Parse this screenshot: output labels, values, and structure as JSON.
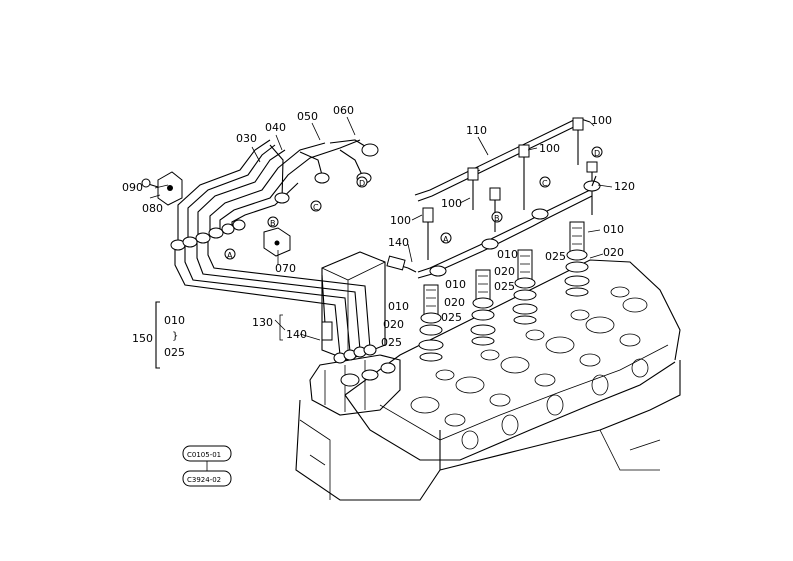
{
  "labels": {
    "p010": "010",
    "p020": "020",
    "p025": "025",
    "p030": "030",
    "p040": "040",
    "p050": "050",
    "p060": "060",
    "p070": "070",
    "p080": "080",
    "p090": "090",
    "p100": "100",
    "p110": "110",
    "p120": "120",
    "p130": "130",
    "p140": "140",
    "p150": "150",
    "range_from": "010",
    "range_to": "025",
    "range_sep": "}"
  },
  "callouts": {
    "A": "A",
    "B": "B",
    "C": "C",
    "D": "D"
  },
  "stamps": {
    "code1": "C0105-01",
    "code2": "C3924-02"
  }
}
